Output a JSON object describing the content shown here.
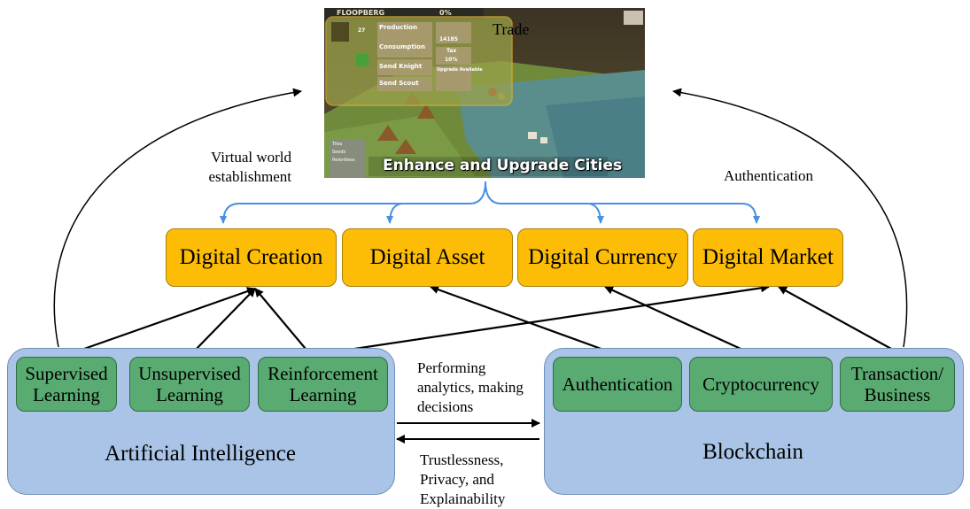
{
  "game": {
    "town_name": "FLOOPBERG",
    "percent": "0%",
    "trade_label": "Trade",
    "caption": "Enhance and Upgrade Cities",
    "panel": {
      "production": "Production",
      "consumption": "Consumption",
      "send_knight": "Send Knight",
      "send_scout": "Send Scout",
      "tax": "Tax",
      "tax_value": "10%",
      "upgrade": "Upgrade Available",
      "stat_1": "27",
      "stat_2": "14185"
    },
    "mini_panel": [
      "Tiles",
      "Seeds",
      "Relentless"
    ]
  },
  "digital": {
    "creation": "Digital Creation",
    "asset": "Digital Asset",
    "currency": "Digital Currency",
    "market": "Digital Market"
  },
  "ai": {
    "title": "Artificial Intelligence",
    "supervised": "Supervised\nLearning",
    "unsupervised": "Unsupervised\nLearning",
    "reinforcement": "Reinforcement\nLearning"
  },
  "blockchain": {
    "title": "Blockchain",
    "authentication": "Authentication",
    "cryptocurrency": "Cryptocurrency",
    "transaction": "Transaction/\nBusiness"
  },
  "labels": {
    "virtual_world": "Virtual world\nestablishment",
    "authentication": "Authentication",
    "analytics": "Performing\nanalytics, making\ndecisions",
    "trust": "Trustlessness,\nPrivacy, and\nExplainability"
  },
  "colors": {
    "digital_fill": "#fdbd06",
    "leaf_fill": "#5aab72",
    "group_fill": "#a9c4e6",
    "brace_blue": "#4a90e2"
  }
}
